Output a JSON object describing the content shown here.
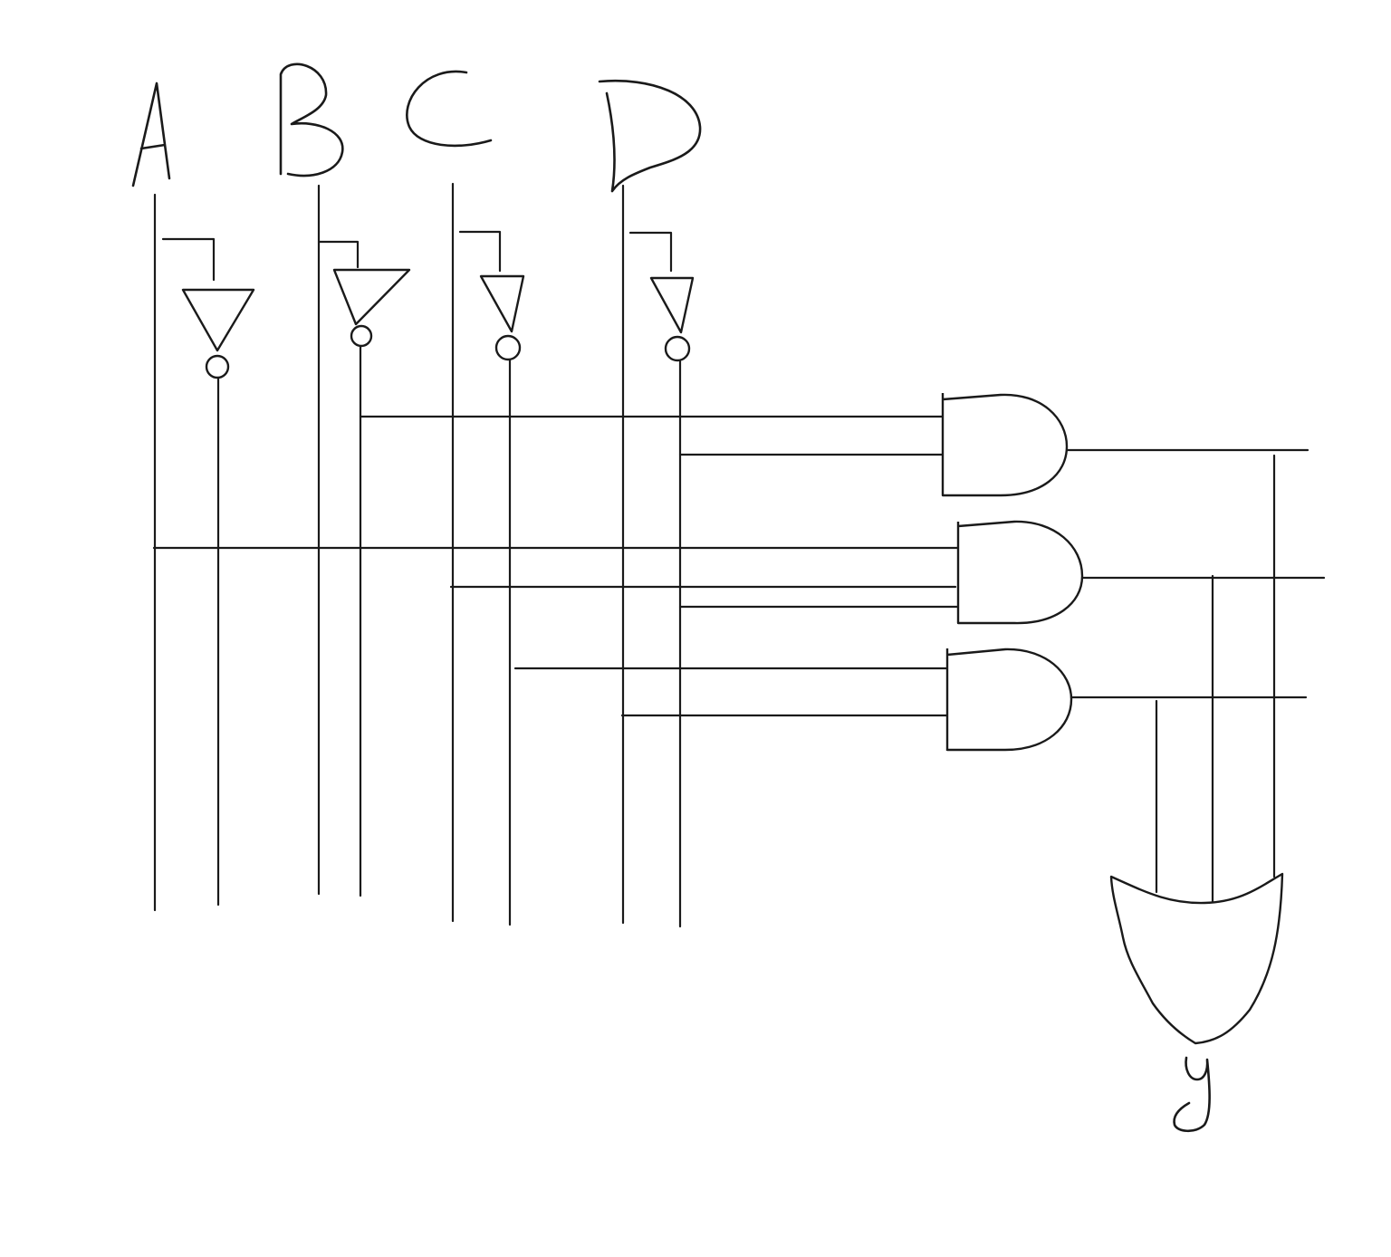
{
  "diagram": {
    "inputs": [
      {
        "id": "A",
        "label": "A"
      },
      {
        "id": "B",
        "label": "B"
      },
      {
        "id": "C",
        "label": "C"
      },
      {
        "id": "D",
        "label": "D"
      }
    ],
    "output": {
      "id": "y",
      "label": "y"
    },
    "gates": [
      {
        "id": "not-a",
        "type": "NOT",
        "input": "A"
      },
      {
        "id": "not-b",
        "type": "NOT",
        "input": "B"
      },
      {
        "id": "not-c",
        "type": "NOT",
        "input": "C"
      },
      {
        "id": "not-d",
        "type": "NOT",
        "input": "D"
      },
      {
        "id": "and-1",
        "type": "AND",
        "inputs": [
          "B'",
          "D'"
        ]
      },
      {
        "id": "and-2",
        "type": "AND",
        "inputs": [
          "A",
          "C",
          "D'"
        ]
      },
      {
        "id": "and-3",
        "type": "AND",
        "inputs": [
          "C'",
          "D"
        ]
      },
      {
        "id": "or-1",
        "type": "OR",
        "inputs": [
          "and-1",
          "and-2",
          "and-3"
        ],
        "output": "y"
      }
    ],
    "colors": {
      "ink": "#1a1a1a",
      "background": "#ffffff"
    }
  }
}
